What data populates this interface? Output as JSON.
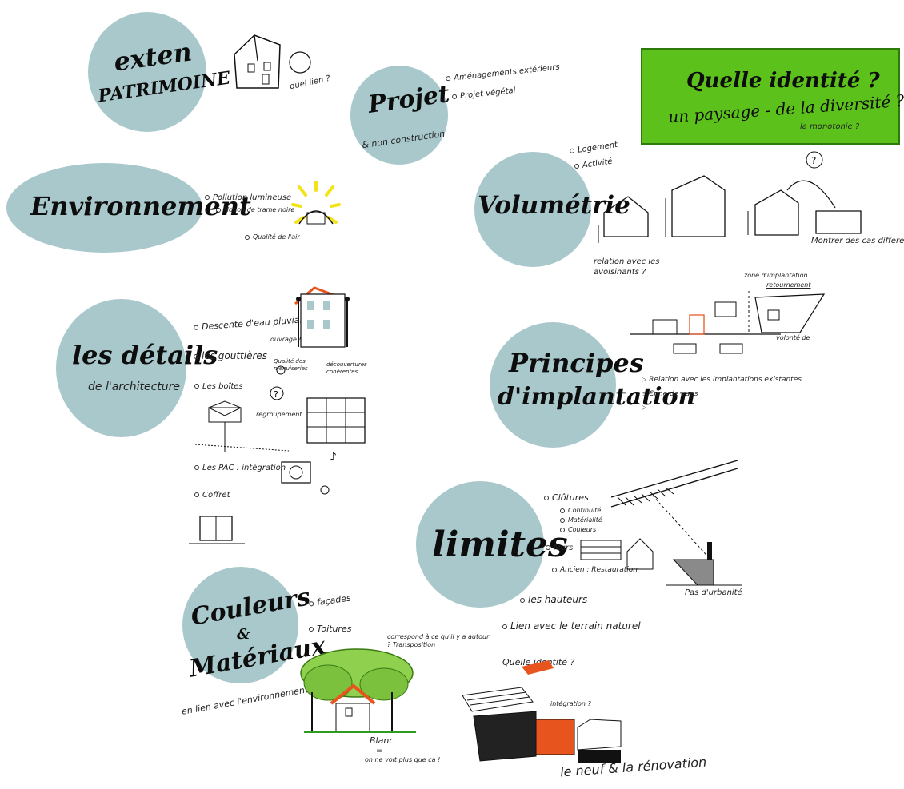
{
  "topics": {
    "patrimoine": {
      "line1": "exten",
      "line2": "PATRIMOINE",
      "note": "quel lien ?"
    },
    "projet": {
      "title": "Projet",
      "subtitle": "& non construction",
      "bullets": [
        "Aménagements extérieurs",
        "Projet végétal"
      ]
    },
    "environnement": {
      "title": "Environnement",
      "bullets": [
        "Pollution lumineuse",
        "Notion de trame noire",
        "Qualité de l'air"
      ]
    },
    "volumetrie": {
      "title": "Volumétrie",
      "bullets": [
        "Logement",
        "Activité"
      ],
      "note_relation": "relation avec les avoisinants ?",
      "note_montrer": "Montrer des cas différents",
      "question_mark": "?"
    },
    "details": {
      "title": "les détails",
      "subtitle": "de l'architecture",
      "bullets": [
        "Descente d'eau pluviale",
        "les gouttières",
        "Les boîtes",
        "Les PAC : intégration",
        "Coffret"
      ],
      "note_qualite": "Qualité des menuiseries",
      "note_decouvertes": "découvertures cohérentes",
      "note_ouvrage": "ouvrage !",
      "note_regroupement": "regroupement",
      "question_mark": "?"
    },
    "implantation": {
      "title1": "Principes",
      "title2": "d'implantation",
      "bullets": [
        "Relation avec les implantations existantes",
        "Cone de vues",
        ""
      ],
      "note_zone": "zone d'implantation",
      "note_retournement": "retournement",
      "note_volonte": "volonté de"
    },
    "limites": {
      "title": "limites",
      "items": [
        "Clôtures",
        "Continuité",
        "Matérialité",
        "Couleurs",
        "Murs",
        "Ancien : Restauration",
        "les hauteurs",
        "Lien avec le terrain naturel"
      ],
      "note_pas": "Pas d'urbanité"
    },
    "couleurs": {
      "title1": "Couleurs",
      "amp": "&",
      "title2": "Matériaux",
      "subtitle": "en lien avec l'environnement",
      "bullets": [
        "façades",
        "Toitures"
      ],
      "note_correspond": "correspond à ce qu'il y a autour ? Transposition",
      "note_blanc": "Blanc",
      "note_eq": "=",
      "note_blanc2": "on ne voit plus que ça !",
      "note_quelle": "Quelle identité ?",
      "note_integration": "intégration ?",
      "note_neuf": "le neuf & la rénovation"
    }
  },
  "banner": {
    "line1": "Quelle identité ?",
    "line2": "un paysage - de la diversité ?",
    "line3": "la monotonie ?"
  },
  "colors": {
    "blob": "#a9c8cb",
    "banner_green": "#5cc21b",
    "accent_orange": "#e8541d",
    "yellow": "#f3e31b"
  }
}
